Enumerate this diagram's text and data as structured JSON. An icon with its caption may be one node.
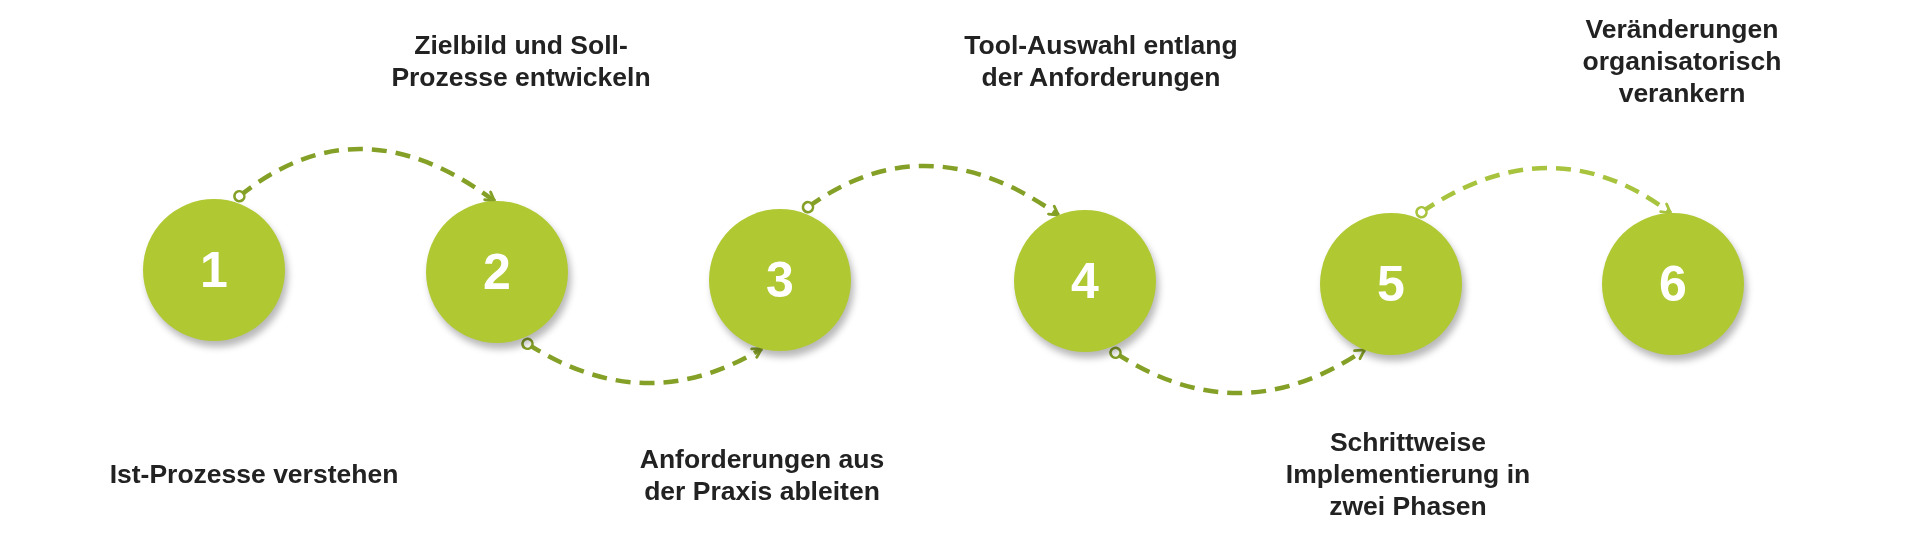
{
  "diagram": {
    "nodes": [
      {
        "text": [
          "1"
        ]
      },
      {
        "text": [
          "2"
        ]
      },
      {
        "text": [
          "3"
        ]
      },
      {
        "text": [
          "4"
        ]
      },
      {
        "text": [
          "5"
        ]
      },
      {
        "text": [
          "6"
        ]
      }
    ],
    "edges": [
      {
        "from": 0,
        "to": 1,
        "arrow": "to",
        "style": "dashed"
      },
      {
        "from": 1,
        "to": 2,
        "arrow": "to",
        "style": "dashed"
      },
      {
        "from": 2,
        "to": 3,
        "arrow": "to",
        "style": "dashed"
      },
      {
        "from": 3,
        "to": 4,
        "arrow": "to",
        "style": "dashed"
      },
      {
        "from": 4,
        "to": 5,
        "arrow": "to",
        "style": "dashed",
        "color": "#a8c43f"
      }
    ],
    "labels": [
      "Ist-Prozesse verstehen",
      "Zielbild und Soll- Prozesse entwickeln",
      "Anforderungen aus der Praxis ableiten",
      "Tool-Auswahl entlang der Anforderungen",
      "Schrittweise Implementierung in zwei Phasen",
      "Veränderungen organisatorisch verankern"
    ]
  }
}
